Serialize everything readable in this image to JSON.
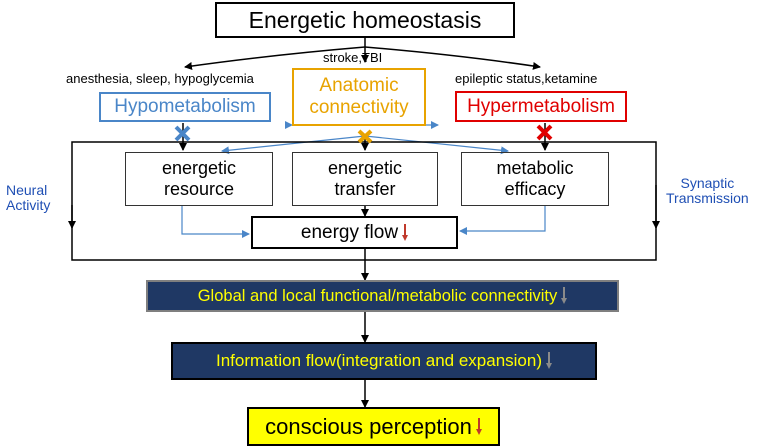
{
  "title": "Energetic homeostasis",
  "inputs": {
    "stroke": "stroke,TBI",
    "left": "anesthesia, sleep, hypoglycemia",
    "right": "epileptic status,ketamine"
  },
  "states": {
    "hypo": "Hypometabolism",
    "anatomic_line1": "Anatomic",
    "anatomic_line2": "connectivity",
    "hyper": "Hypermetabolism"
  },
  "components": {
    "resource_line1": "energetic",
    "resource_line2": "resource",
    "transfer_line1": "energetic",
    "transfer_line2": "transfer",
    "efficacy_line1": "metabolic",
    "efficacy_line2": "efficacy"
  },
  "side_labels": {
    "left_line1": "Neural",
    "left_line2": "Activity",
    "right_line1": "Synaptic",
    "right_line2": "Transmission"
  },
  "energy_flow": "energy flow",
  "connectivity": "Global and local functional/metabolic connectivity",
  "information_flow": "Information flow(integration and expansion)",
  "perception": "conscious perception",
  "colors": {
    "hypo": "#4a86c8",
    "anatomic": "#e8a300",
    "hyper": "#e00000",
    "blue_label": "#1f4fb4",
    "dark_box": "#1f3864",
    "yellow_text": "#ffff00",
    "perception_bg": "#ffff00",
    "down_arrow": "#c0392b"
  }
}
